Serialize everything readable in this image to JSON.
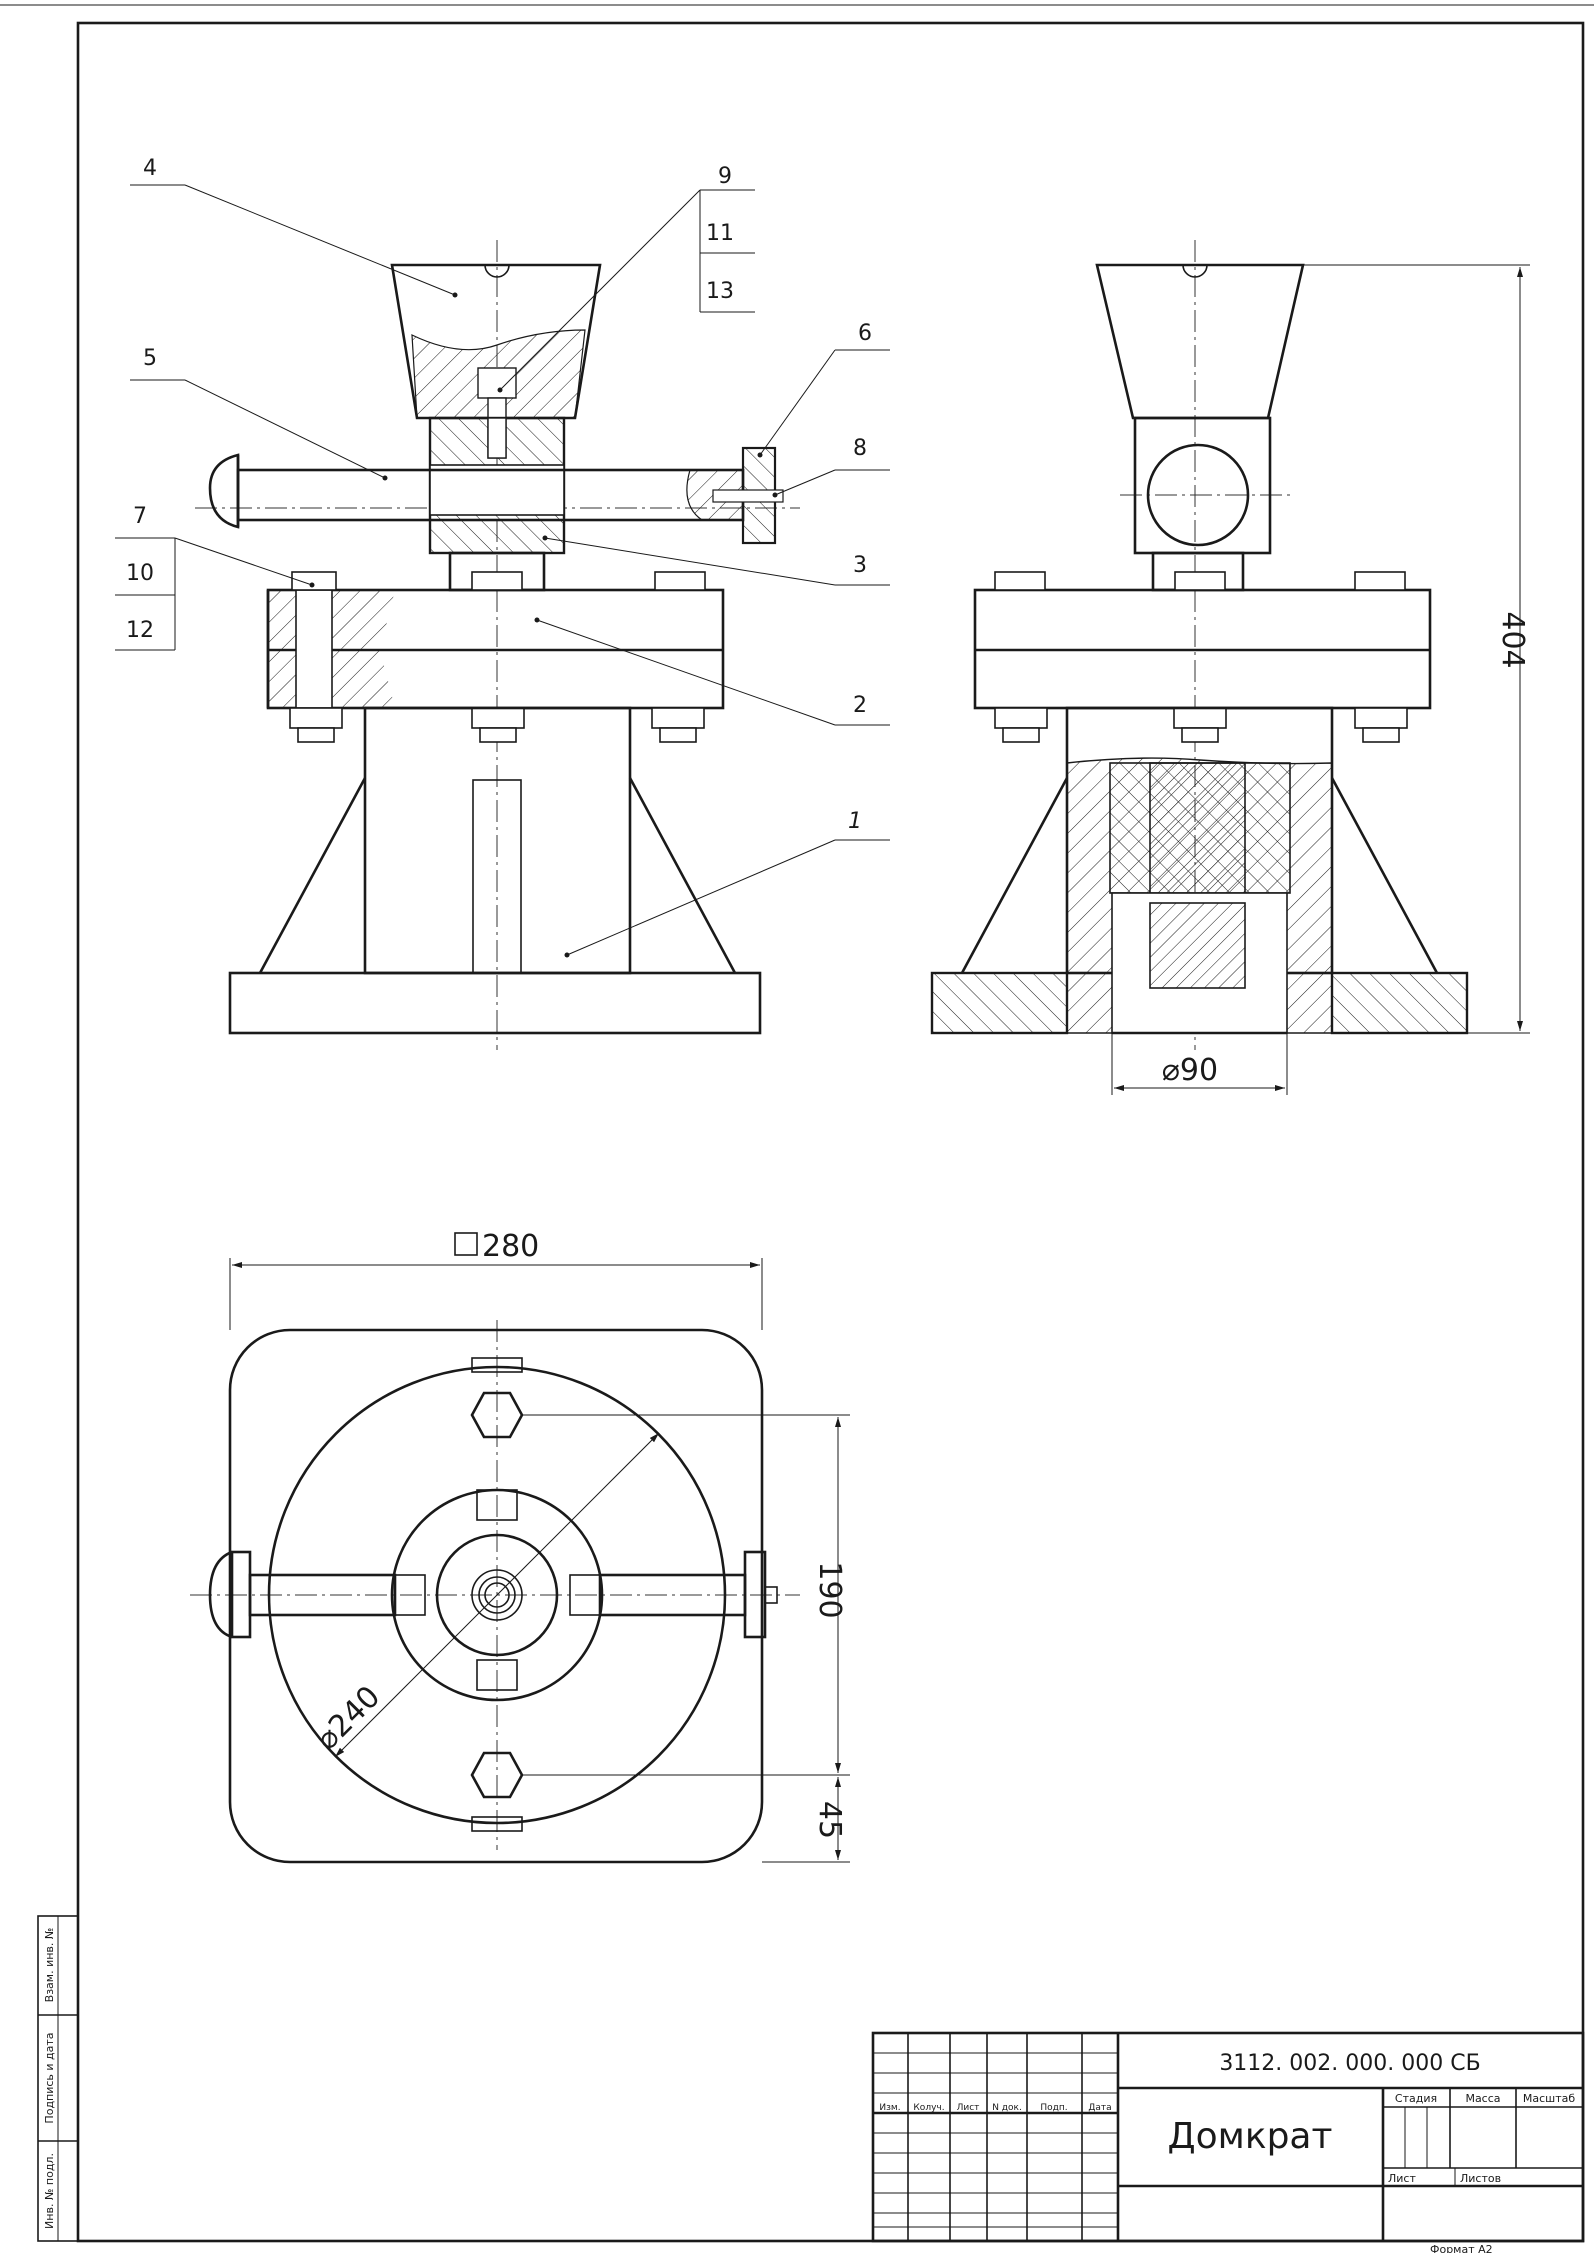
{
  "callouts": [
    "1",
    "2",
    "3",
    "4",
    "5",
    "6",
    "7",
    "8",
    "9",
    "10",
    "11",
    "12",
    "13"
  ],
  "dimensions": {
    "height": "404",
    "bore_diameter": "⌀90",
    "base_square": "280",
    "bolt_circle": "⌀240",
    "bolt_spacing": "190",
    "offset": "45"
  },
  "title_block": {
    "drawing_code": "3112. 002. 000. 000 СБ",
    "drawing_name": "Домкрат",
    "headers": {
      "stage": "Стадия",
      "mass": "Масса",
      "scale": "Масштаб",
      "sheet": "Лист",
      "sheets": "Листов"
    },
    "rev_columns": [
      "Изм.",
      "Колуч.",
      "Лист",
      "N док.",
      "Подп.",
      "Дата"
    ],
    "format": "Формат А2"
  },
  "side_strip": {
    "replace_inv": "Взам. инв. №",
    "sign_date": "Подпись и дата",
    "orig_inv": "Инв. № подл."
  },
  "colors": {
    "line": "#1a1a1a",
    "background": "#ffffff"
  }
}
